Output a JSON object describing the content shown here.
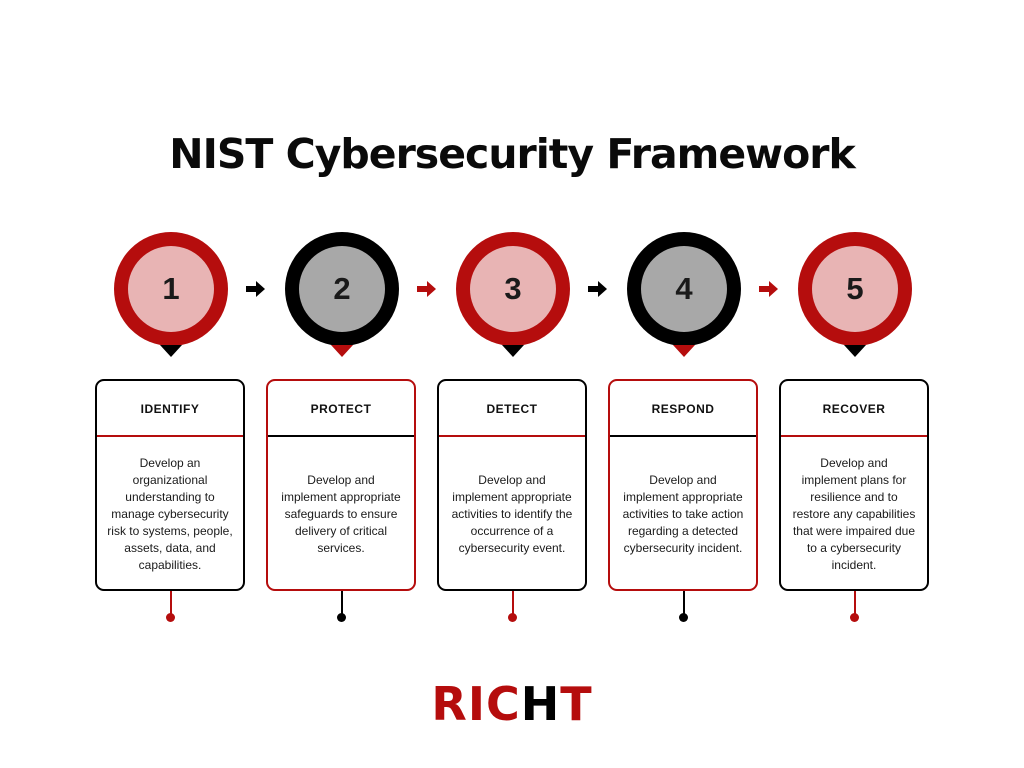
{
  "title": "NIST Cybersecurity Framework",
  "colors": {
    "red": "#b50d0d",
    "black": "#000000",
    "pink_fill": "#e8b4b4",
    "gray_fill": "#a8a8a8"
  },
  "steps": [
    {
      "number": "1",
      "name": "IDENTIFY",
      "description": "Develop an organizational understanding to manage cybersecurity risk to systems, people, assets, data, and capabilities.",
      "ring_color": "red",
      "accent_color": "black"
    },
    {
      "number": "2",
      "name": "PROTECT",
      "description": "Develop and implement appropriate safeguards to ensure delivery of critical services.",
      "ring_color": "black",
      "accent_color": "red"
    },
    {
      "number": "3",
      "name": "DETECT",
      "description": "Develop and implement appropriate activities to identify the occurrence of a cybersecurity event.",
      "ring_color": "red",
      "accent_color": "black"
    },
    {
      "number": "4",
      "name": "RESPOND",
      "description": "Develop and implement appropriate activities to take action regarding a detected cybersecurity incident.",
      "ring_color": "black",
      "accent_color": "red"
    },
    {
      "number": "5",
      "name": "RECOVER",
      "description": "Develop and implement plans for resilience and to restore any capabilities that were impaired due to a cybersecurity incident.",
      "ring_color": "red",
      "accent_color": "black"
    }
  ],
  "arrows": [
    {
      "from": "1",
      "to": "2",
      "color": "black"
    },
    {
      "from": "2",
      "to": "3",
      "color": "red"
    },
    {
      "from": "3",
      "to": "4",
      "color": "black"
    },
    {
      "from": "4",
      "to": "5",
      "color": "red"
    }
  ],
  "logo": {
    "part1": "RIC",
    "part1_color": "red",
    "part2": "H",
    "part2_color": "black",
    "part3": "T",
    "part3_color": "red"
  }
}
